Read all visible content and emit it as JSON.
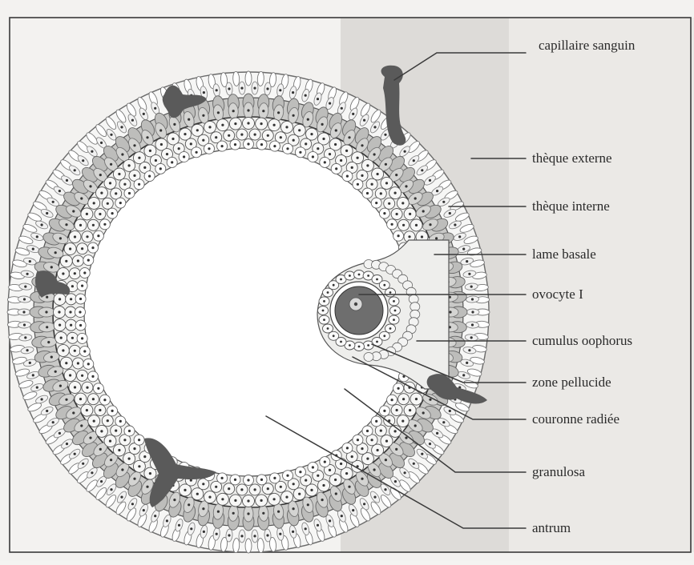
{
  "figure": {
    "labels": [
      {
        "id": "capillaire",
        "text": "capillaire sanguin"
      },
      {
        "id": "theque-externe",
        "text": "thèque externe"
      },
      {
        "id": "theque-interne",
        "text": "thèque interne"
      },
      {
        "id": "lame-basale",
        "text": "lame basale"
      },
      {
        "id": "ovocyte",
        "text": "ovocyte I"
      },
      {
        "id": "cumulus",
        "text": "cumulus oophorus"
      },
      {
        "id": "zone-pellucide",
        "text": "zone pellucide"
      },
      {
        "id": "couronne",
        "text": "couronne radiée"
      },
      {
        "id": "granulosa",
        "text": "granulosa"
      },
      {
        "id": "antrum",
        "text": "antrum"
      }
    ]
  }
}
